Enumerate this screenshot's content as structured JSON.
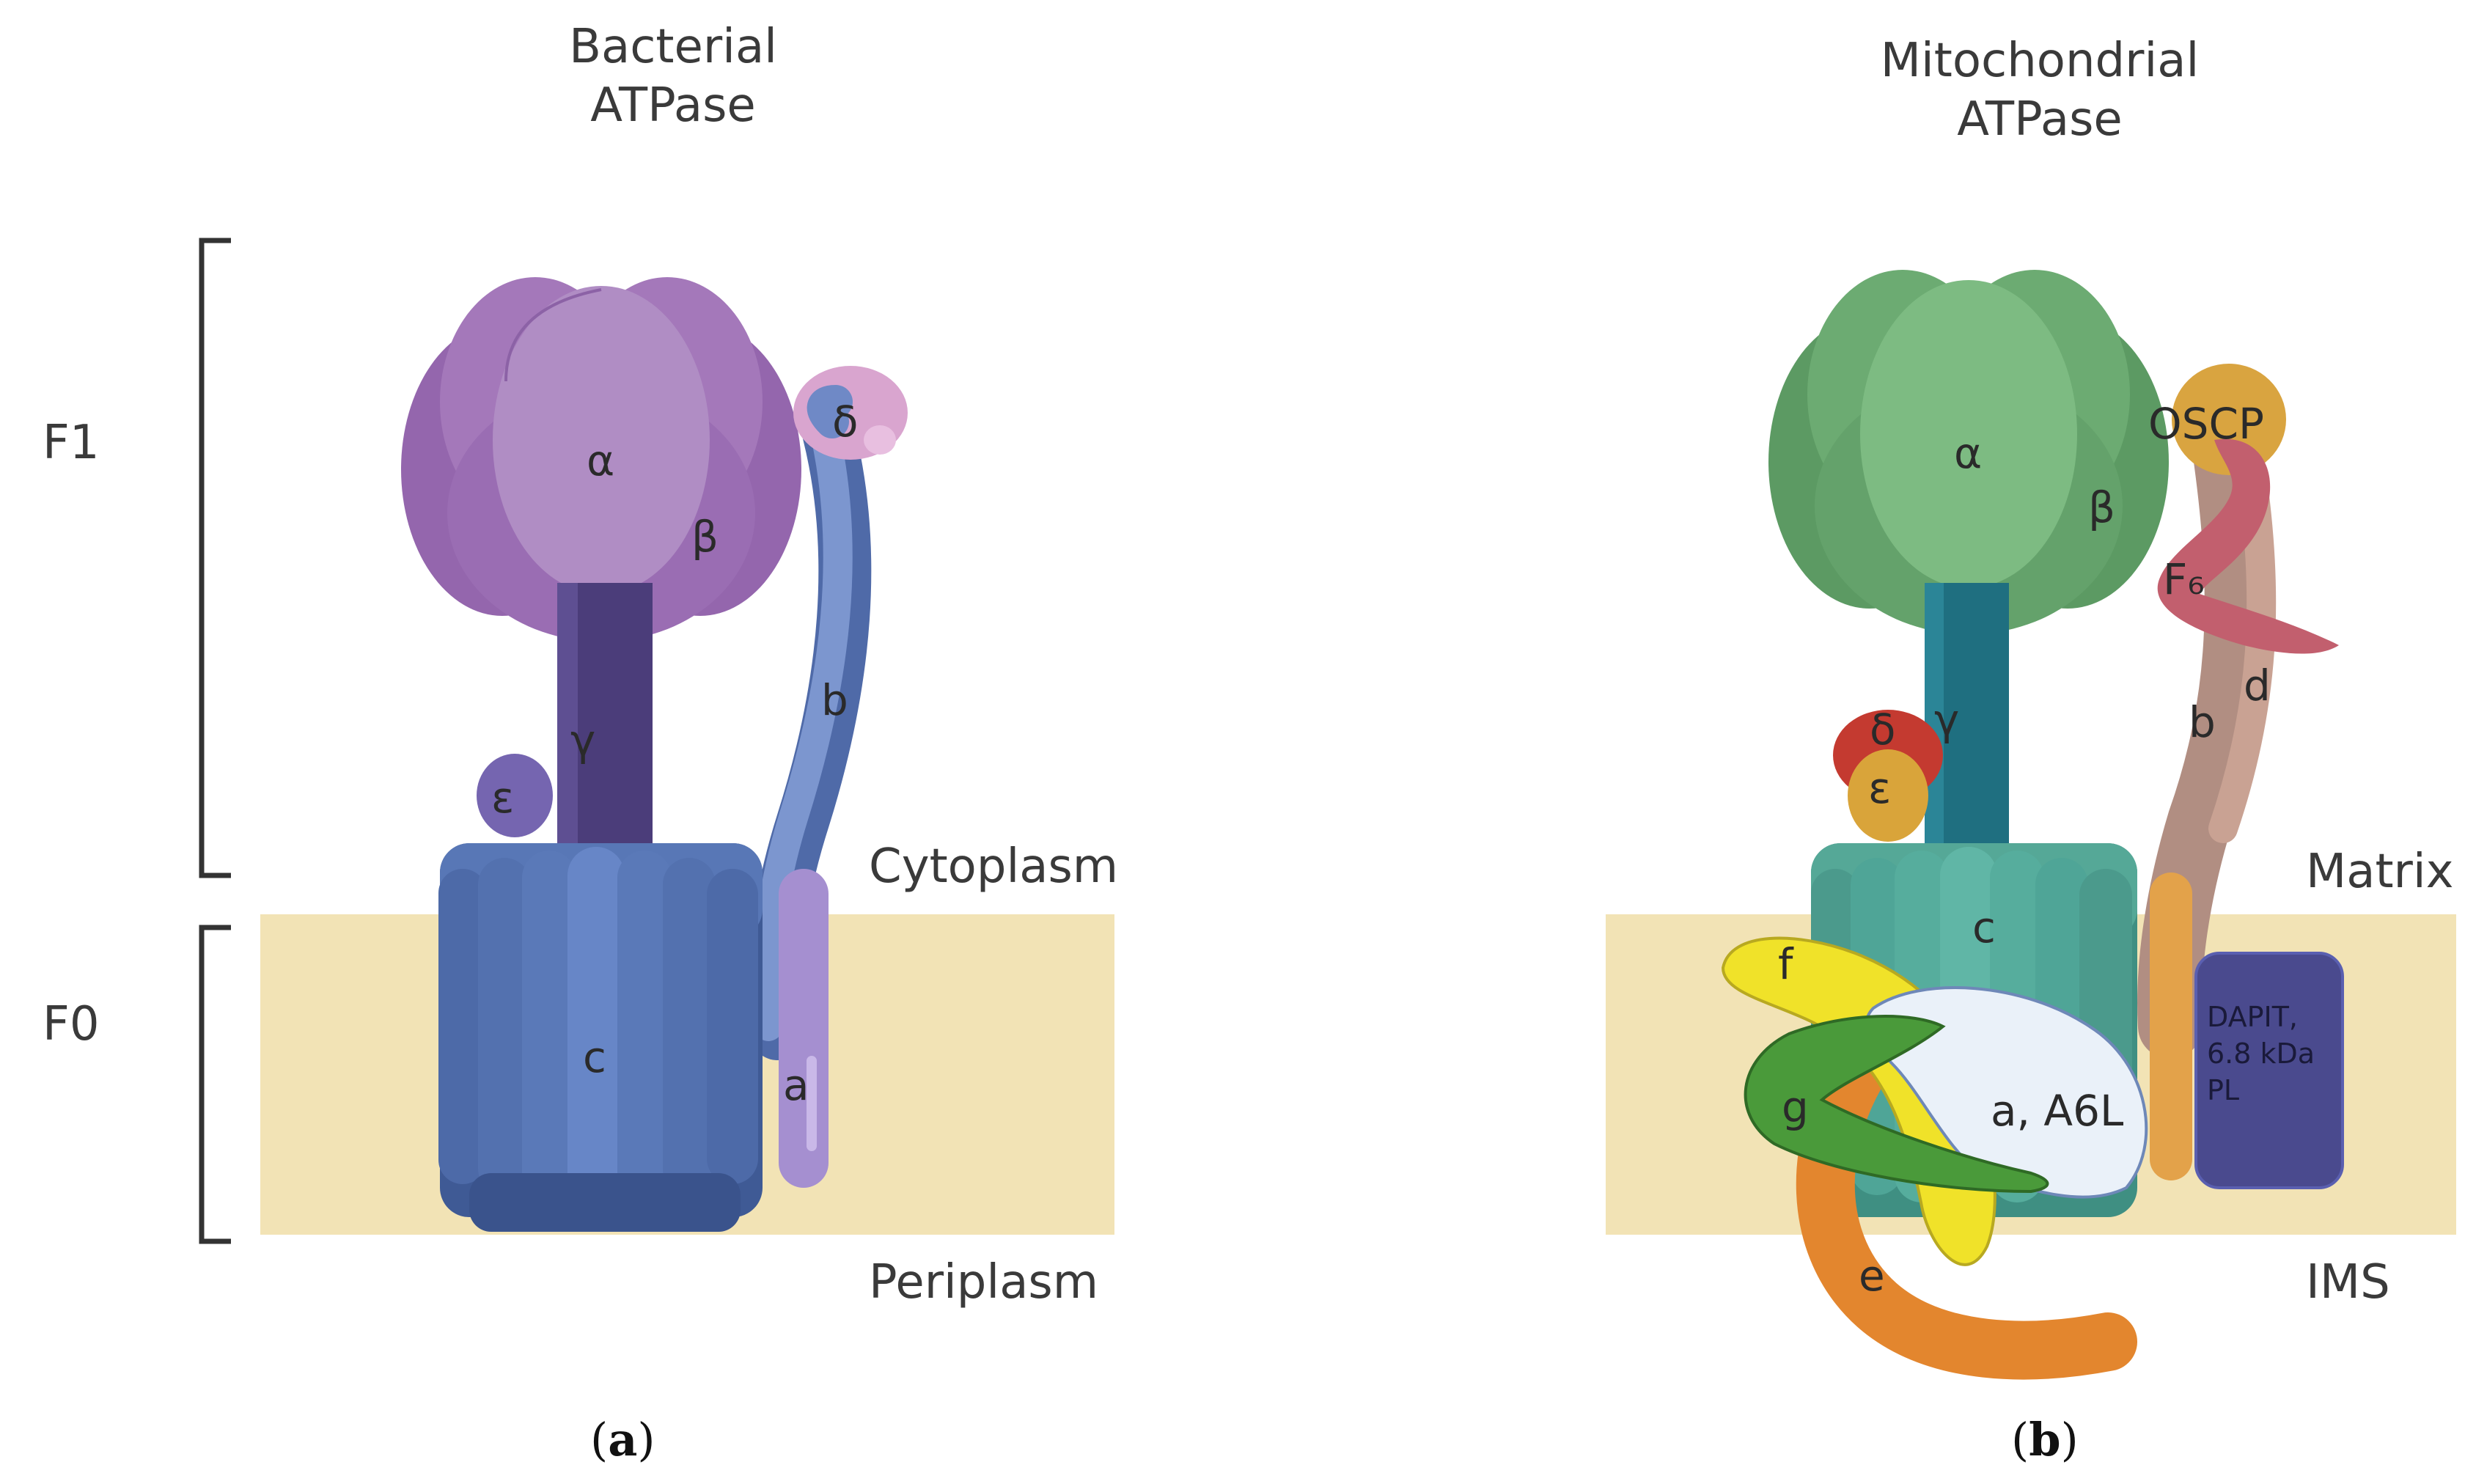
{
  "panel_a": {
    "title_line1": "Bacterial",
    "title_line2": "ATPase",
    "sector_f1": "F1",
    "sector_f0": "F0",
    "top_side": "Cytoplasm",
    "bottom_side": "Periplasm",
    "subunits": {
      "alpha": "α",
      "beta": "β",
      "gamma": "γ",
      "delta": "δ",
      "epsilon": "ε",
      "b": "b",
      "c": "c",
      "a": "a"
    },
    "caption_open": "(",
    "caption_letter": "a",
    "caption_close": ")"
  },
  "panel_b": {
    "title_line1": "Mitochondrial",
    "title_line2": "ATPase",
    "top_side": "Matrix",
    "bottom_side": "IMS",
    "subunits": {
      "alpha": "α",
      "beta": "β",
      "gamma": "γ",
      "delta": "δ",
      "epsilon": "ε",
      "oscp": "OSCP",
      "f6": "F₆",
      "b": "b",
      "d": "d",
      "c": "c",
      "f": "f",
      "g": "g",
      "e": "e",
      "a_a6l": "a, A6L",
      "dapit_line1": "DAPIT,",
      "dapit_line2": "6.8 kDa",
      "dapit_line3": "PL"
    },
    "caption_open": "(",
    "caption_letter": "b",
    "caption_close": ")"
  },
  "colors": {
    "membrane": "#f2e3b5",
    "bact_f1": "#a47ab8",
    "bact_stalk": "#4b3d7a",
    "bact_c_ring": "#5a79b8",
    "bact_stator": "#6c86c2",
    "mito_f1": "#6aa870",
    "mito_stalk": "#1f6f80",
    "mito_c_ring": "#4fa597",
    "oscp": "#d9a440",
    "f6": "#c25f6e",
    "b_subunit": "#c49d8e",
    "delta_mito": "#c43a30",
    "epsilon_mito": "#d9a43a",
    "f_subunit": "#f0e229",
    "g_subunit": "#4a9a3a",
    "e_subunit": "#e3862e",
    "a_a6l": "#eaf1f9",
    "dapit": "#4a4a8e"
  }
}
